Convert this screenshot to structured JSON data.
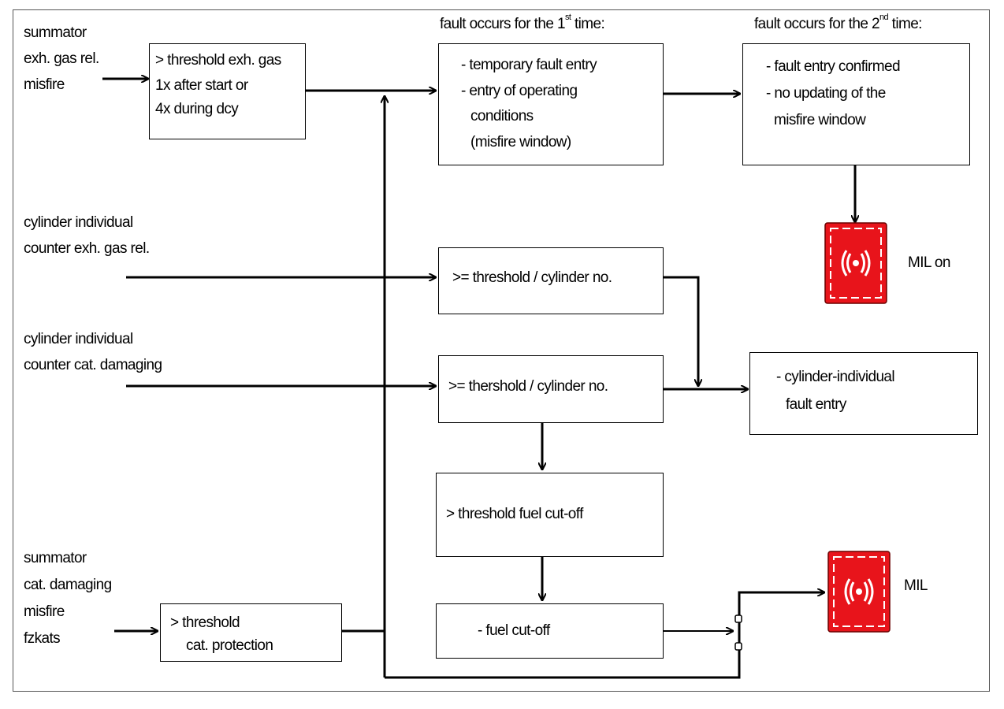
{
  "inputs": {
    "summator_exh": [
      "summator",
      "exh. gas rel.",
      "misfire"
    ],
    "cyl_counter_exh": [
      "cylinder individual",
      "counter exh. gas rel."
    ],
    "cyl_counter_cat": [
      "cylinder individual",
      "counter cat. damaging"
    ],
    "summator_cat": [
      "summator",
      "cat. damaging",
      "misfire",
      "fzkats"
    ]
  },
  "headers": {
    "first": {
      "before": "fault occurs for the 1",
      "sup": "st",
      "after": " time:"
    },
    "second": {
      "before": "fault occurs for the 2",
      "sup": "nd",
      "after": " time:"
    }
  },
  "boxes": {
    "threshold_exh": [
      "> threshold exh. gas",
      "1x after start or",
      "4x during dcy"
    ],
    "temporary_entry": [
      "- temporary fault entry",
      "- entry of operating",
      "conditions",
      "(misfire window)"
    ],
    "confirmed_entry": [
      "- fault entry confirmed",
      "- no updating of the",
      "misfire window"
    ],
    "threshold_cyl_exh": [
      ">= threshold / cylinder no."
    ],
    "threshold_cyl_cat": [
      ">= thershold / cylinder no."
    ],
    "cyl_fault_entry": [
      "- cylinder-individual",
      "fault entry"
    ],
    "threshold_fuel": [
      "> threshold fuel cut-off"
    ],
    "fuel_cutoff": [
      "- fuel cut-off"
    ],
    "threshold_cat": [
      "> threshold",
      "cat. protection"
    ]
  },
  "lamps": {
    "mil_on": {
      "label": "MIL on",
      "color": "#e8141b"
    },
    "mil": {
      "label": "MIL",
      "color": "#e8141b"
    }
  },
  "icons": {
    "lamp": "mil-lamp-icon"
  }
}
